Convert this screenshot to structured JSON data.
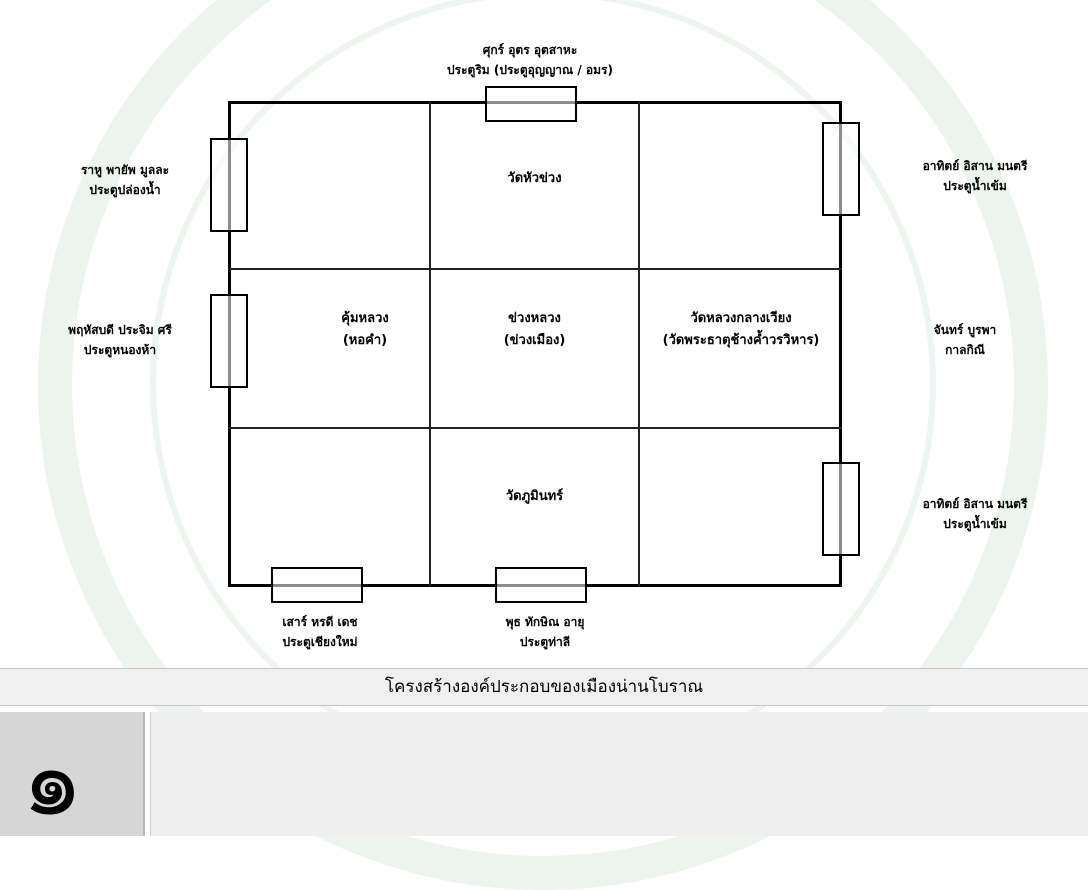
{
  "diagram": {
    "top_gate": {
      "line1": "ศุกร์ อุตร อุตสาหะ",
      "line2": "ประตูริม (ประตูอุญญาณ / อมร)"
    },
    "left_top_gate": {
      "line1": "ราหู พายัพ มูลละ",
      "line2": "ประตูปล่องน้ำ"
    },
    "left_mid_gate": {
      "line1": "พฤหัสบดี ประจิม ศรี",
      "line2": "ประตูหนองห้า"
    },
    "right_top_gate": {
      "line1": "อาทิตย์ อิสาน มนตรี",
      "line2": "ประตูน้ำเข้ม"
    },
    "right_mid_label": {
      "line1": "จันทร์ บูรพา",
      "line2": "กาลกิณี"
    },
    "right_bottom_gate": {
      "line1": "อาทิตย์ อิสาน มนตรี",
      "line2": "ประตูน้ำเข้ม"
    },
    "bottom_left_gate": {
      "line1": "เสาร์ หรดี เดช",
      "line2": "ประตูเชียงใหม่"
    },
    "bottom_mid_gate": {
      "line1": "พุธ ทักษิณ อายุ",
      "line2": "ประตูท่าลี"
    },
    "cells": {
      "top_center": "วัดหัวข่วง",
      "mid_left": {
        "line1": "คุ้มหลวง",
        "line2": "(หอคำ)"
      },
      "mid_center": {
        "line1": "ข่วงหลวง",
        "line2": "(ข่วงเมือง)"
      },
      "mid_right": {
        "line1": "วัดหลวงกลางเวียง",
        "line2": "(วัดพระธาตุช้างค้ำวรวิหาร)"
      },
      "bottom_center": "วัดภูมินทร์"
    }
  },
  "caption": "โครงสร้างองค์ประกอบของเมืองน่านโบราณ",
  "thumbnail_glyph": "๑"
}
